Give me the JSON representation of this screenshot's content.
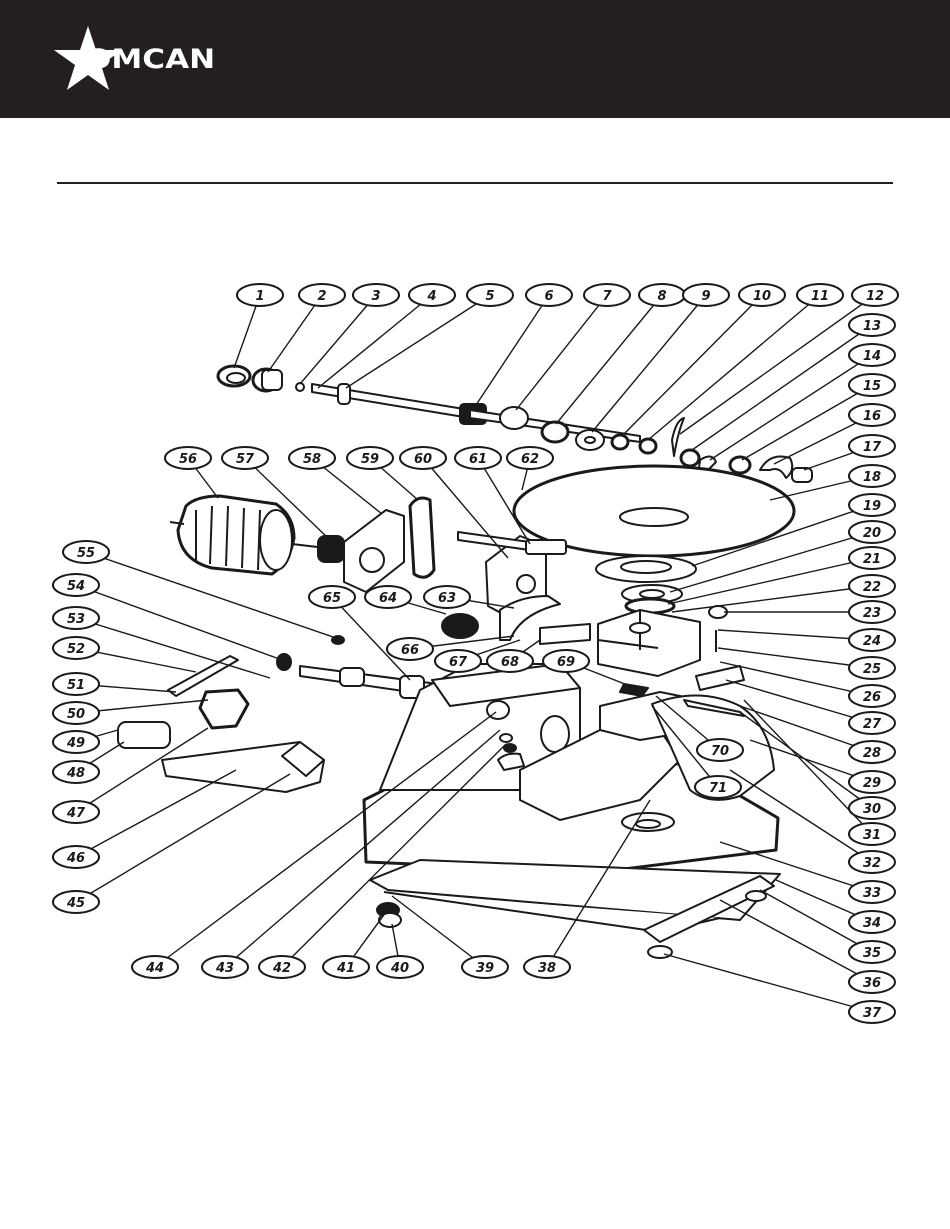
{
  "header": {
    "brand": "OMCAN",
    "colors": {
      "background": "#231f20",
      "text": "#ffffff"
    }
  },
  "diagram": {
    "type": "exploded-parts-view",
    "callouts": [
      "1",
      "2",
      "3",
      "4",
      "5",
      "6",
      "7",
      "8",
      "9",
      "10",
      "11",
      "12",
      "13",
      "14",
      "15",
      "16",
      "17",
      "18",
      "19",
      "20",
      "21",
      "22",
      "23",
      "24",
      "25",
      "26",
      "27",
      "28",
      "29",
      "30",
      "31",
      "32",
      "33",
      "34",
      "35",
      "36",
      "37",
      "38",
      "39",
      "40",
      "41",
      "42",
      "43",
      "44",
      "45",
      "46",
      "47",
      "48",
      "49",
      "50",
      "51",
      "52",
      "53",
      "54",
      "55",
      "56",
      "57",
      "58",
      "59",
      "60",
      "61",
      "62",
      "63",
      "64",
      "65",
      "66",
      "67",
      "68",
      "69",
      "70",
      "71"
    ]
  }
}
